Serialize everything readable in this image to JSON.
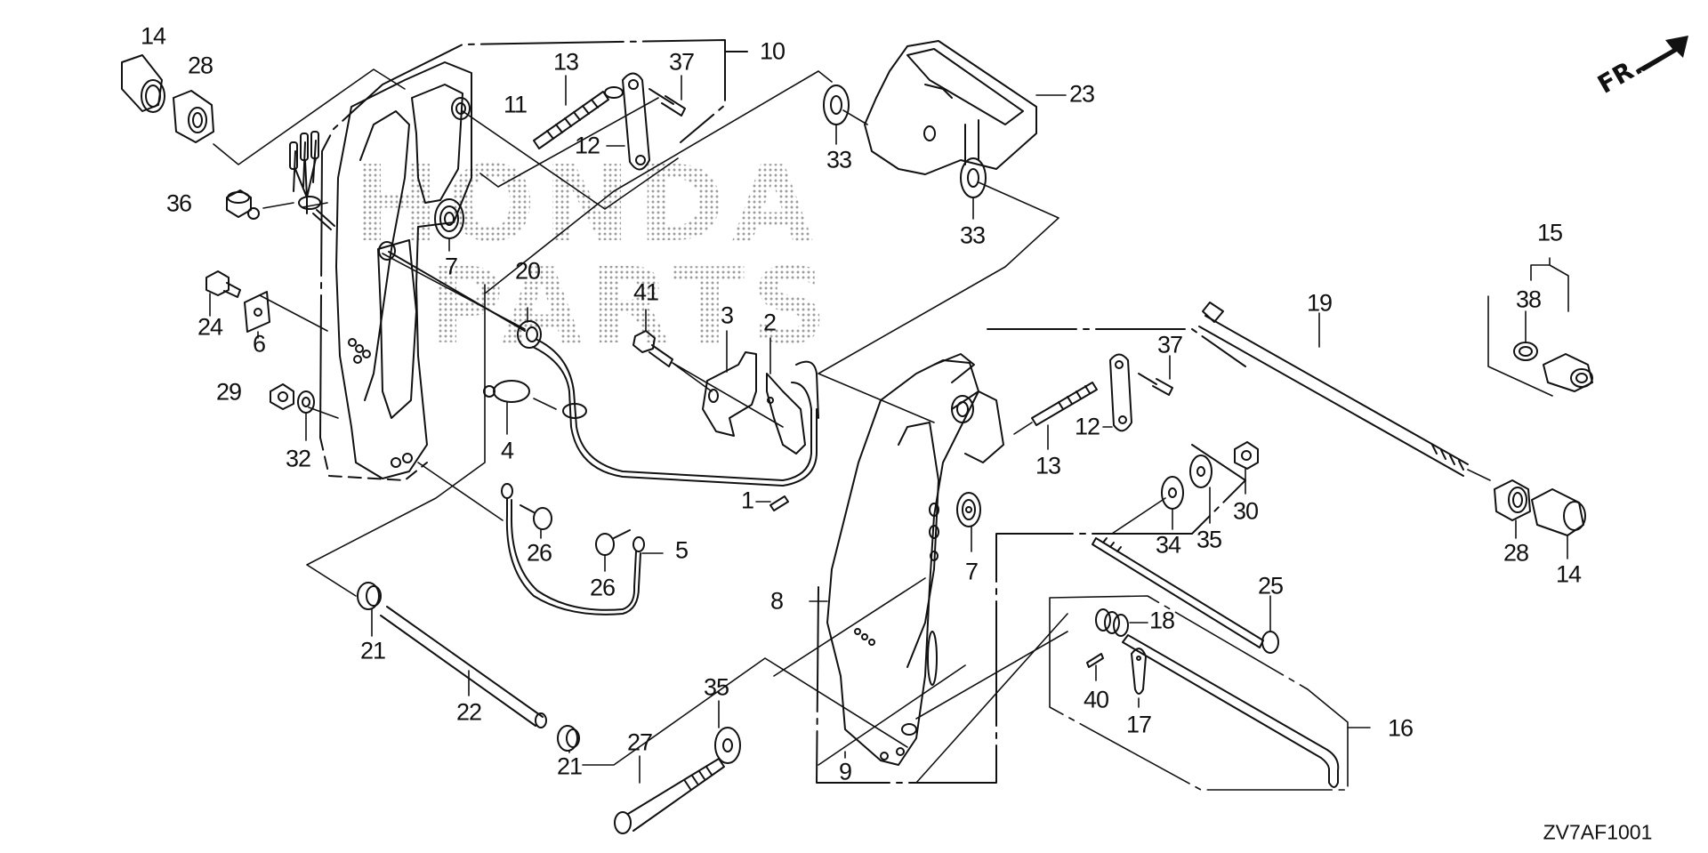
{
  "diagram": {
    "title": "Outboard swivel / stern bracket exploded parts diagram",
    "watermark": [
      "HONDA",
      "PARTS"
    ],
    "direction_indicator": "FR.",
    "diagram_code": "ZV7AF1001",
    "colors": {
      "line": "#111111",
      "watermark_dots": "#8c8c8c",
      "background": "#ffffff"
    },
    "callouts": [
      {
        "id": "c14a",
        "label": "14"
      },
      {
        "id": "c28a",
        "label": "28"
      },
      {
        "id": "c13a",
        "label": "13"
      },
      {
        "id": "c37a",
        "label": "37"
      },
      {
        "id": "c10",
        "label": "10"
      },
      {
        "id": "c11",
        "label": "11"
      },
      {
        "id": "c12a",
        "label": "12"
      },
      {
        "id": "c23",
        "label": "23"
      },
      {
        "id": "c33a",
        "label": "33"
      },
      {
        "id": "c33b",
        "label": "33"
      },
      {
        "id": "c36",
        "label": "36"
      },
      {
        "id": "c7a",
        "label": "7"
      },
      {
        "id": "c20",
        "label": "20"
      },
      {
        "id": "c41",
        "label": "41"
      },
      {
        "id": "c3",
        "label": "3"
      },
      {
        "id": "c2",
        "label": "2"
      },
      {
        "id": "c24",
        "label": "24"
      },
      {
        "id": "c6",
        "label": "6"
      },
      {
        "id": "c15",
        "label": "15"
      },
      {
        "id": "c38",
        "label": "38"
      },
      {
        "id": "c19",
        "label": "19"
      },
      {
        "id": "c37b",
        "label": "37"
      },
      {
        "id": "c29",
        "label": "29"
      },
      {
        "id": "c32",
        "label": "32"
      },
      {
        "id": "c4",
        "label": "4"
      },
      {
        "id": "c12b",
        "label": "12"
      },
      {
        "id": "c13b",
        "label": "13"
      },
      {
        "id": "c1",
        "label": "1"
      },
      {
        "id": "c30",
        "label": "30"
      },
      {
        "id": "c34",
        "label": "34"
      },
      {
        "id": "c35a",
        "label": "35"
      },
      {
        "id": "c28b",
        "label": "28"
      },
      {
        "id": "c14b",
        "label": "14"
      },
      {
        "id": "c26a",
        "label": "26"
      },
      {
        "id": "c26b",
        "label": "26"
      },
      {
        "id": "c5",
        "label": "5"
      },
      {
        "id": "c7b",
        "label": "7"
      },
      {
        "id": "c25",
        "label": "25"
      },
      {
        "id": "c8",
        "label": "8"
      },
      {
        "id": "c18",
        "label": "18"
      },
      {
        "id": "c21a",
        "label": "21"
      },
      {
        "id": "c22",
        "label": "22"
      },
      {
        "id": "c40",
        "label": "40"
      },
      {
        "id": "c17",
        "label": "17"
      },
      {
        "id": "c16",
        "label": "16"
      },
      {
        "id": "c35b",
        "label": "35"
      },
      {
        "id": "c27",
        "label": "27"
      },
      {
        "id": "c21b",
        "label": "21"
      },
      {
        "id": "c9",
        "label": "9"
      }
    ]
  }
}
